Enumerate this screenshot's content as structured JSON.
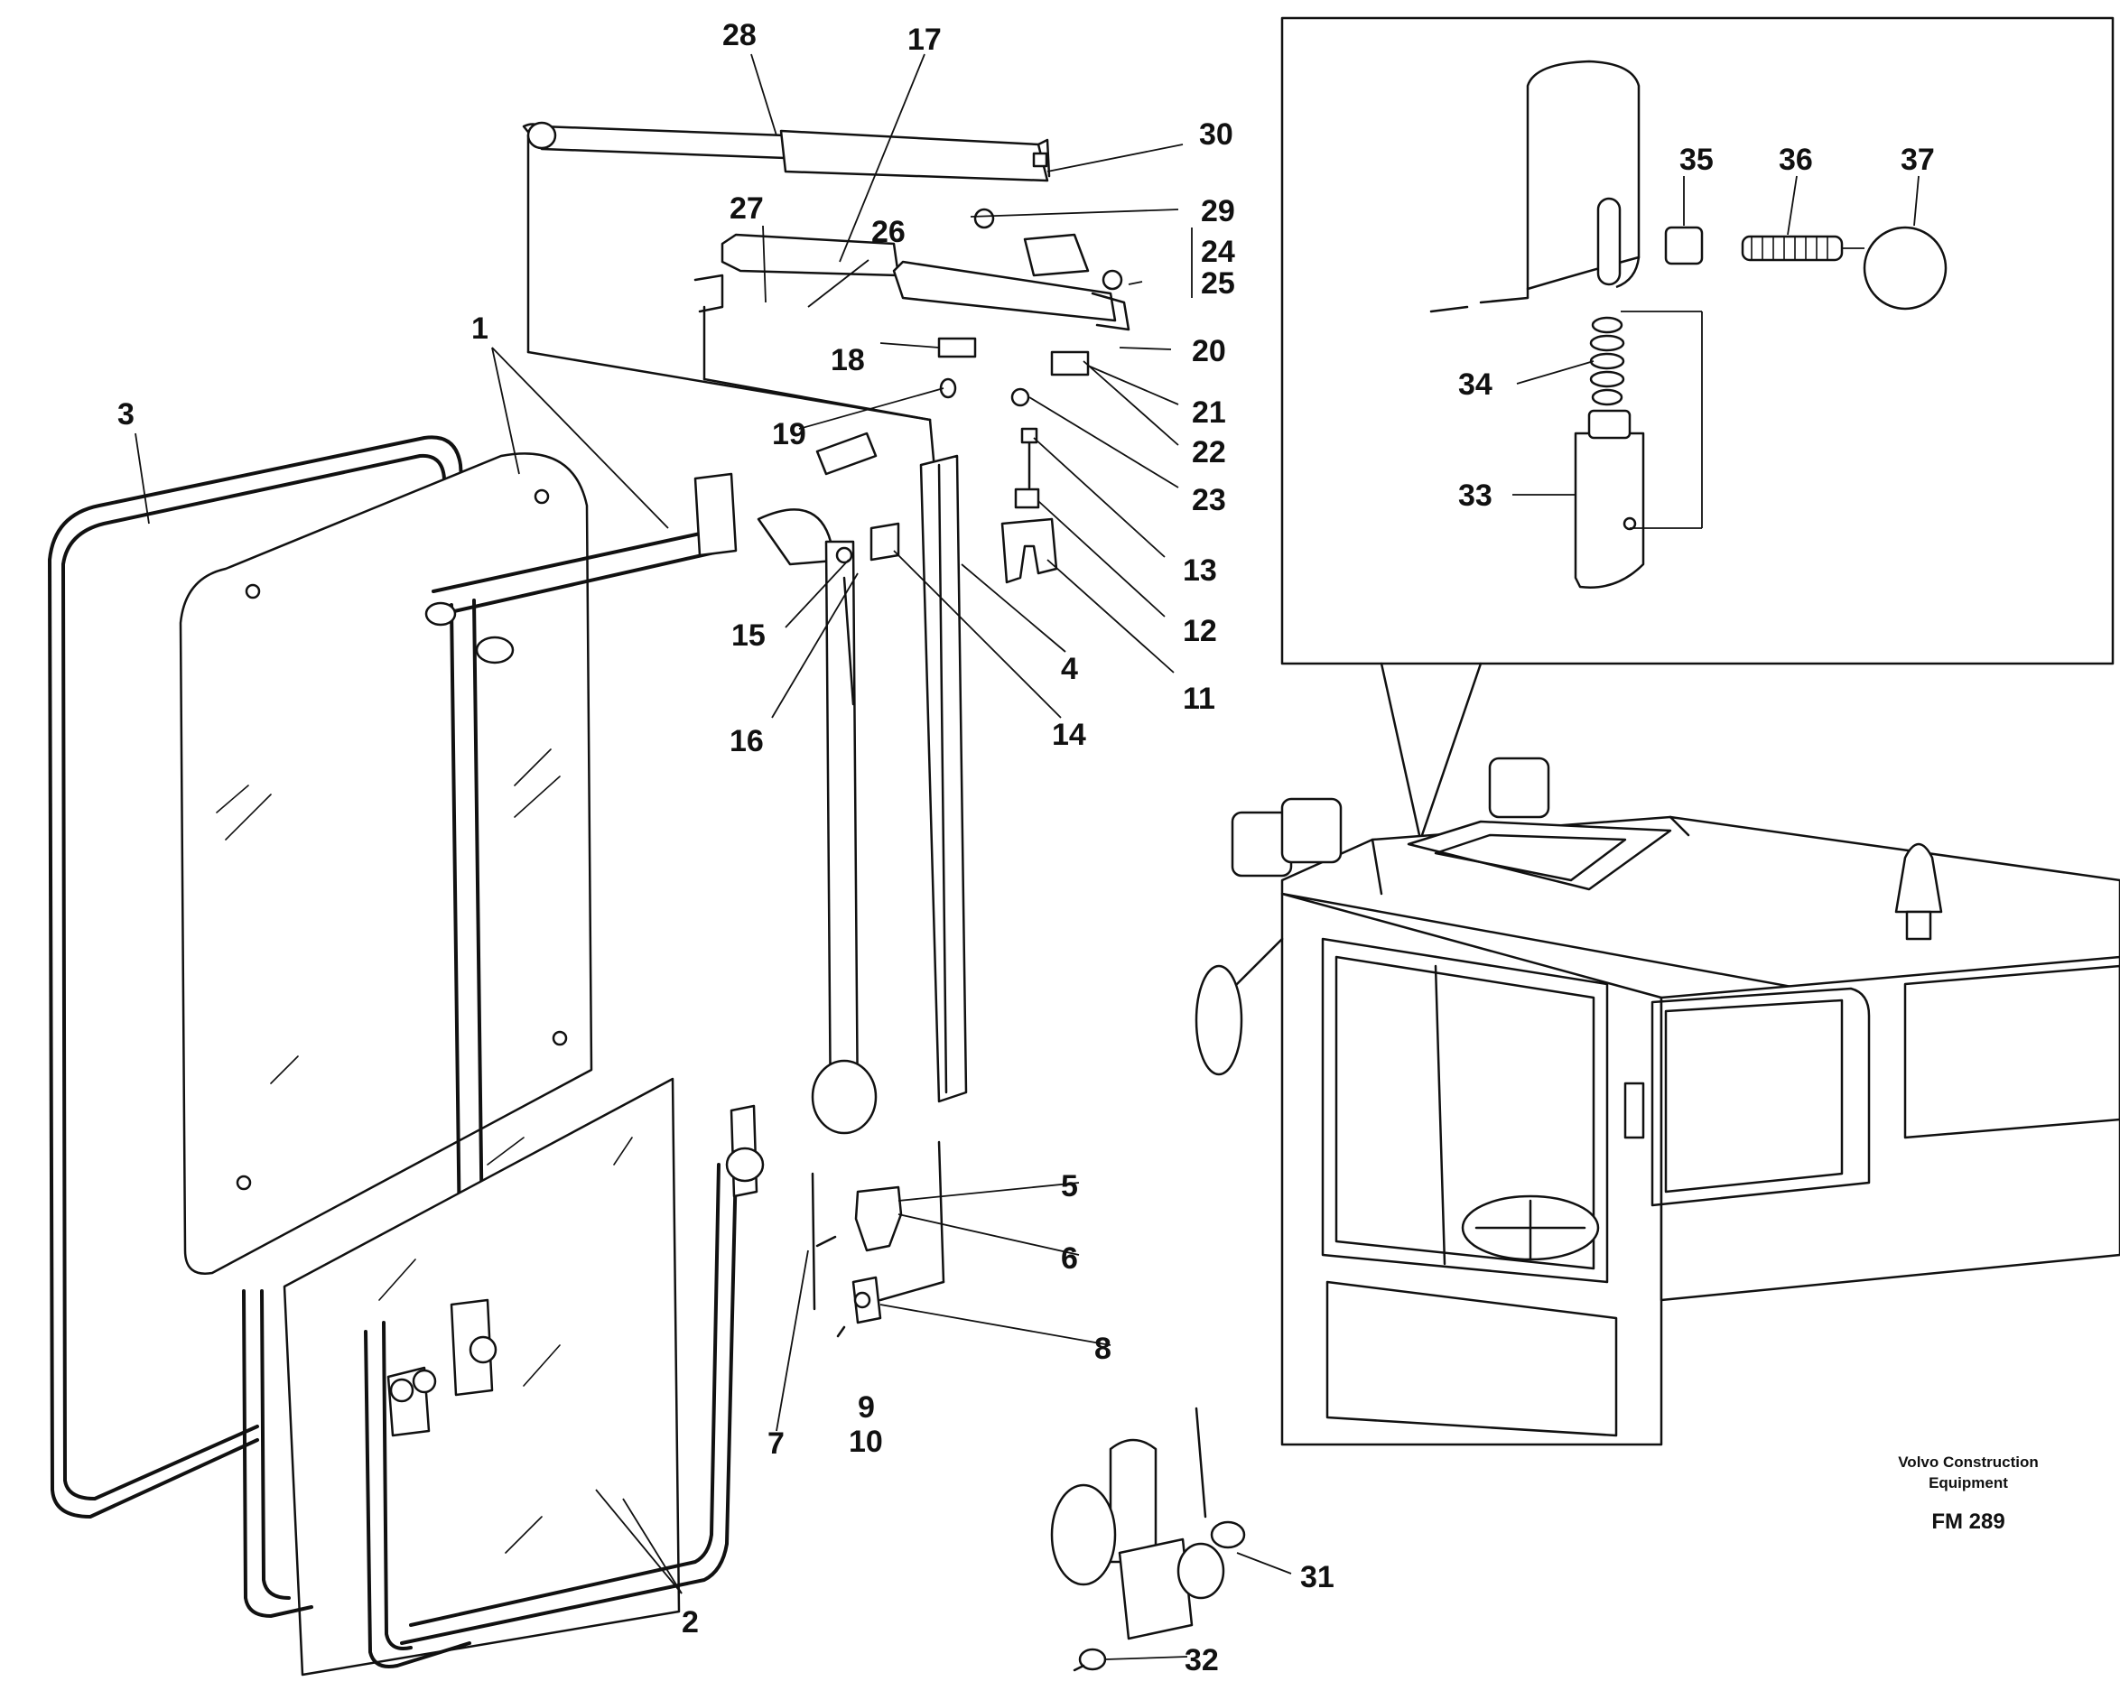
{
  "callouts": {
    "n1": "1",
    "n2": "2",
    "n3": "3",
    "n4": "4",
    "n5": "5",
    "n6": "6",
    "n7": "7",
    "n8": "8",
    "n9": "9",
    "n10": "10",
    "n11": "11",
    "n12": "12",
    "n13": "13",
    "n14": "14",
    "n15": "15",
    "n16": "16",
    "n17": "17",
    "n18": "18",
    "n19": "19",
    "n20": "20",
    "n21": "21",
    "n22": "22",
    "n23": "23",
    "n24": "24",
    "n25": "25",
    "n26": "26",
    "n27": "27",
    "n28": "28",
    "n29": "29",
    "n30": "30",
    "n31": "31",
    "n32": "32",
    "n33": "33",
    "n34": "34",
    "n35": "35",
    "n36": "36",
    "n37": "37"
  },
  "credit": {
    "line1": "Volvo Construction",
    "line2": "Equipment",
    "code": "FM 289"
  }
}
